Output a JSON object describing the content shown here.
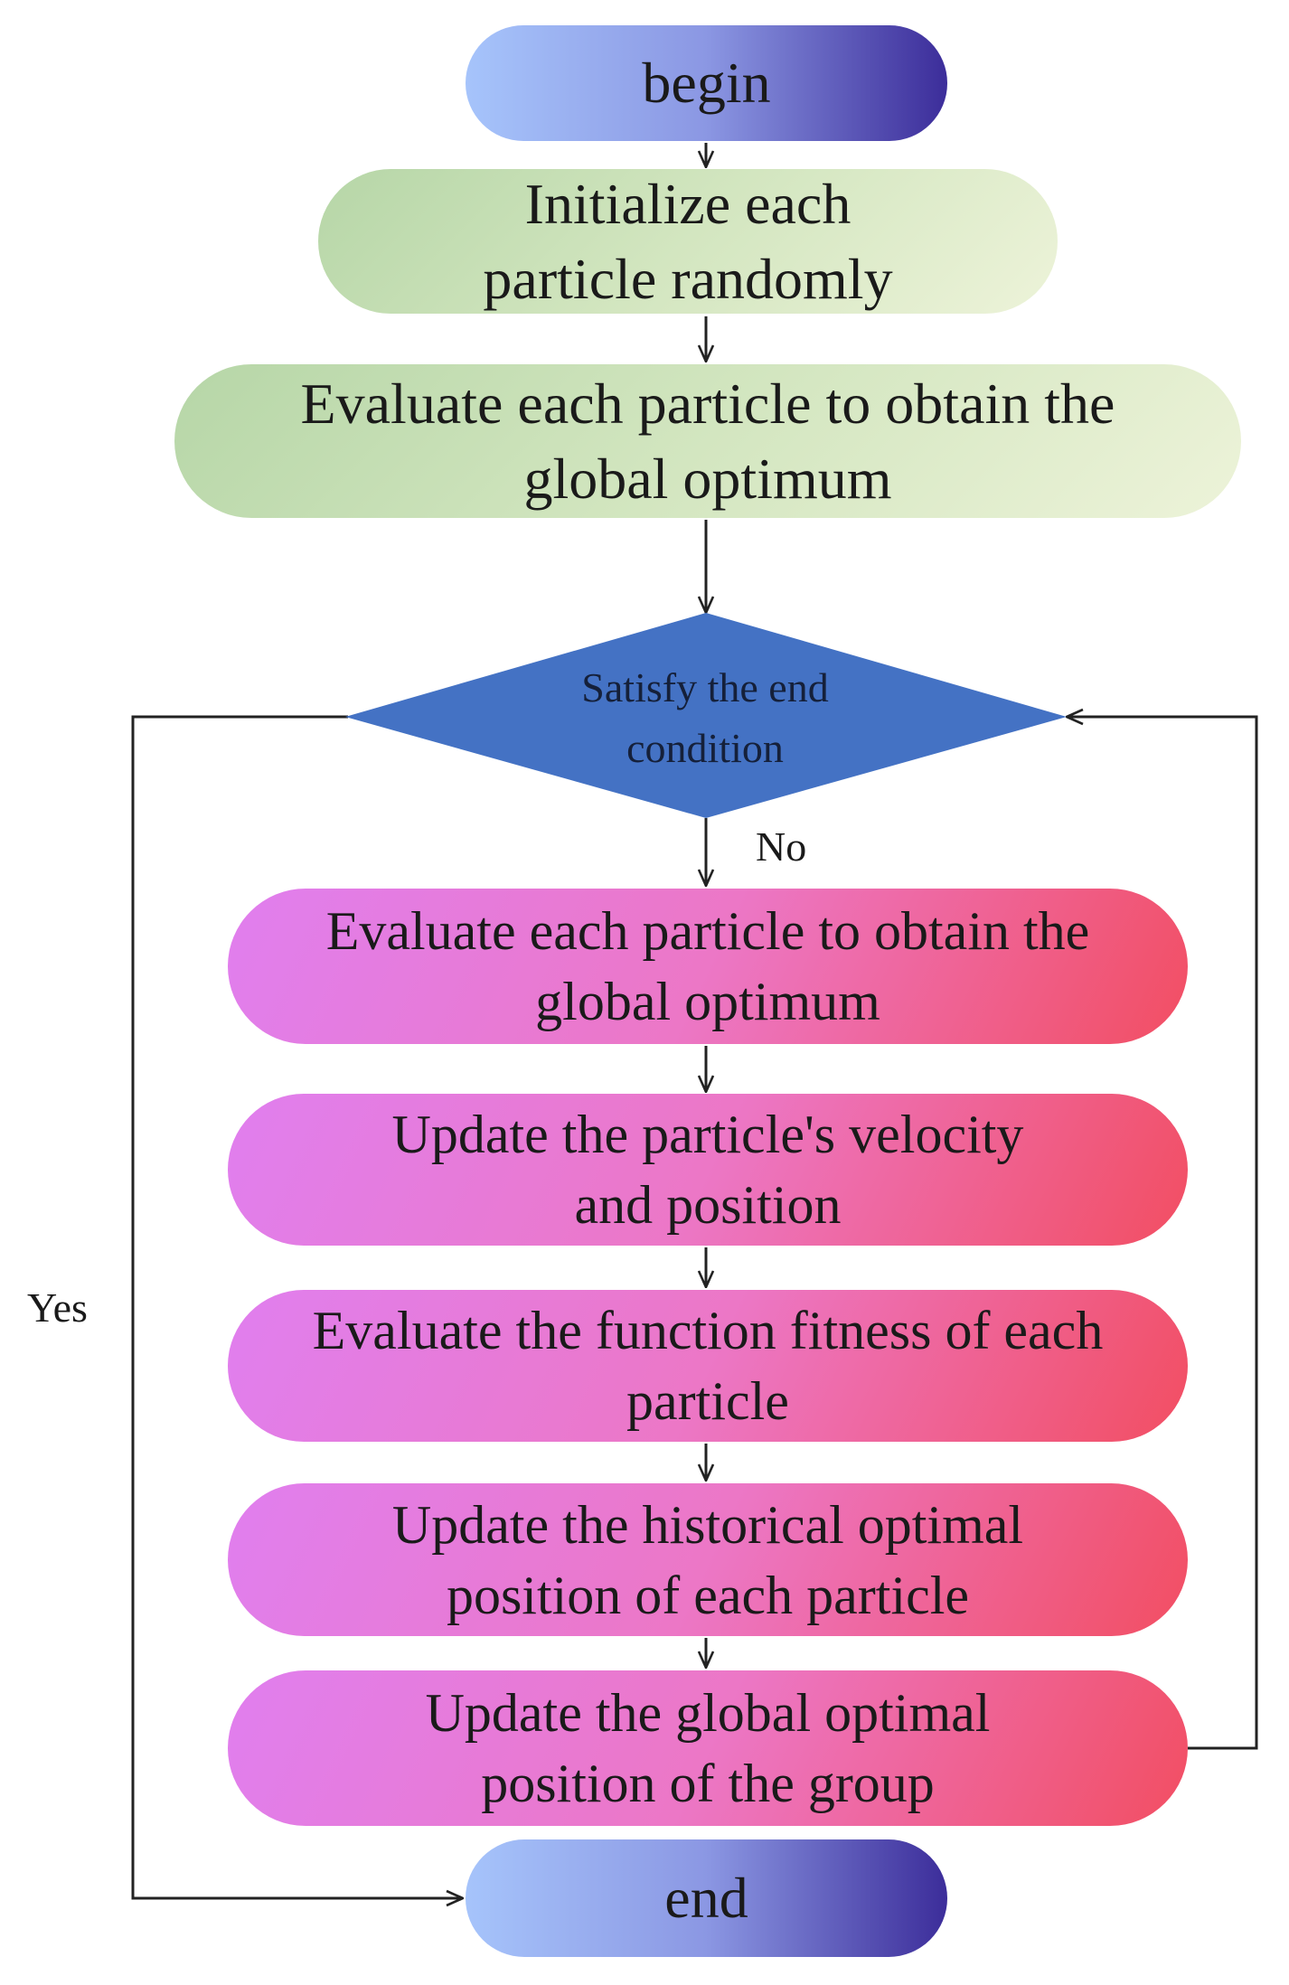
{
  "nodes": {
    "begin": "begin",
    "init": "Initialize each particle randomly",
    "eval_global": "Evaluate each particle to obtain the global optimum",
    "decision": "Satisfy the end condition",
    "step_eval": "Evaluate each particle to obtain the global optimum",
    "step_update_velocity": "Update the particle's velocity and position",
    "step_fitness": "Evaluate the function fitness of each particle",
    "step_historical": "Update the historical optimal position of each particle",
    "step_global": "Update the global optimal position of the group",
    "end": "end"
  },
  "labels": {
    "no": "No",
    "yes": "Yes"
  },
  "colors": {
    "terminal_gradient": [
      "#a6c4fb",
      "#3c2d9a"
    ],
    "green_gradient": [
      "#b6d6a7",
      "#edf3d9"
    ],
    "pink_gradient": [
      "#e07fef",
      "#f24e62"
    ],
    "decision_fill": "#4472c4",
    "line": "#222222"
  }
}
